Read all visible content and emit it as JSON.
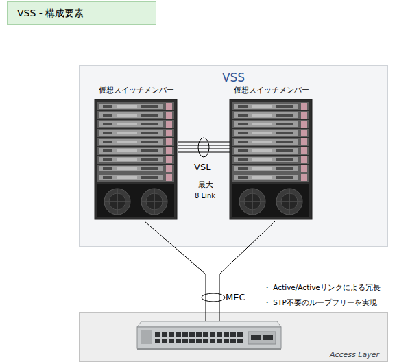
{
  "diagram": {
    "nodes": [
      {
        "text": [
          "VSS - 構成要素"
        ]
      },
      {
        "text": [
          "VSS"
        ]
      },
      {
        "text": [
          "仮想スイッチメンバー"
        ],
        "in": 1
      },
      {
        "text": [
          "仮想スイッチメンバー"
        ],
        "in": 1
      },
      {
        "text": [
          "Access Layer"
        ]
      }
    ],
    "edges": [
      {
        "from": 2,
        "to": 3,
        "label": "VSL",
        "arrow": "none"
      },
      {
        "from": 2,
        "to": 4,
        "arrow": "none"
      },
      {
        "from": 3,
        "to": 4,
        "arrow": "none"
      }
    ],
    "labels": [
      "最大",
      "8 Link",
      "MEC",
      "・ Active/Activeリンクによる冗長",
      "・ STP不要のループフリーを実現"
    ]
  }
}
